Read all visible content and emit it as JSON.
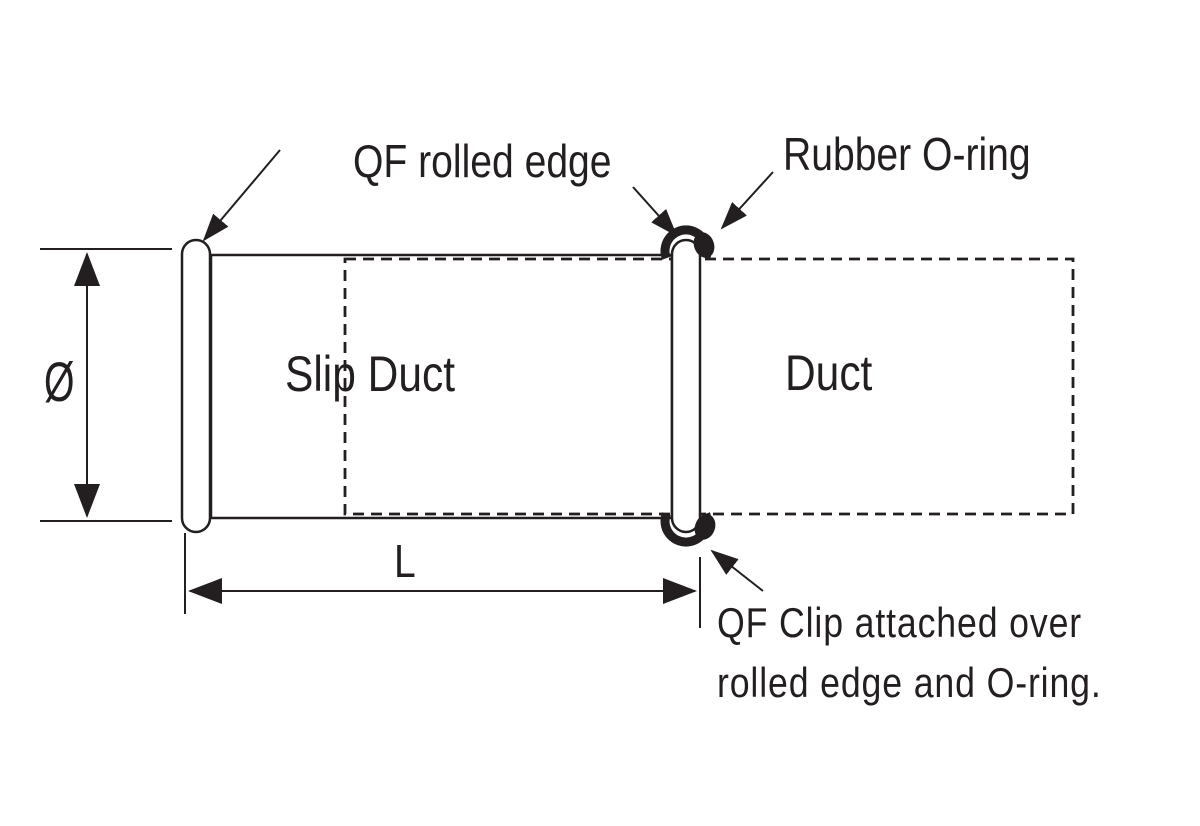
{
  "page": {
    "background": "#ffffff"
  },
  "diagram": {
    "ink_color": "#231f20",
    "labels": {
      "qf_rolled_edge": "QF rolled edge",
      "rubber_o_ring": "Rubber O-ring",
      "slip_duct": "Slip Duct",
      "duct": "Duct",
      "clip_note_line1": "QF Clip attached over",
      "clip_note_line2": "rolled edge and O-ring."
    },
    "dimensions": {
      "diameter_symbol": "Ø",
      "length_symbol": "L"
    }
  }
}
